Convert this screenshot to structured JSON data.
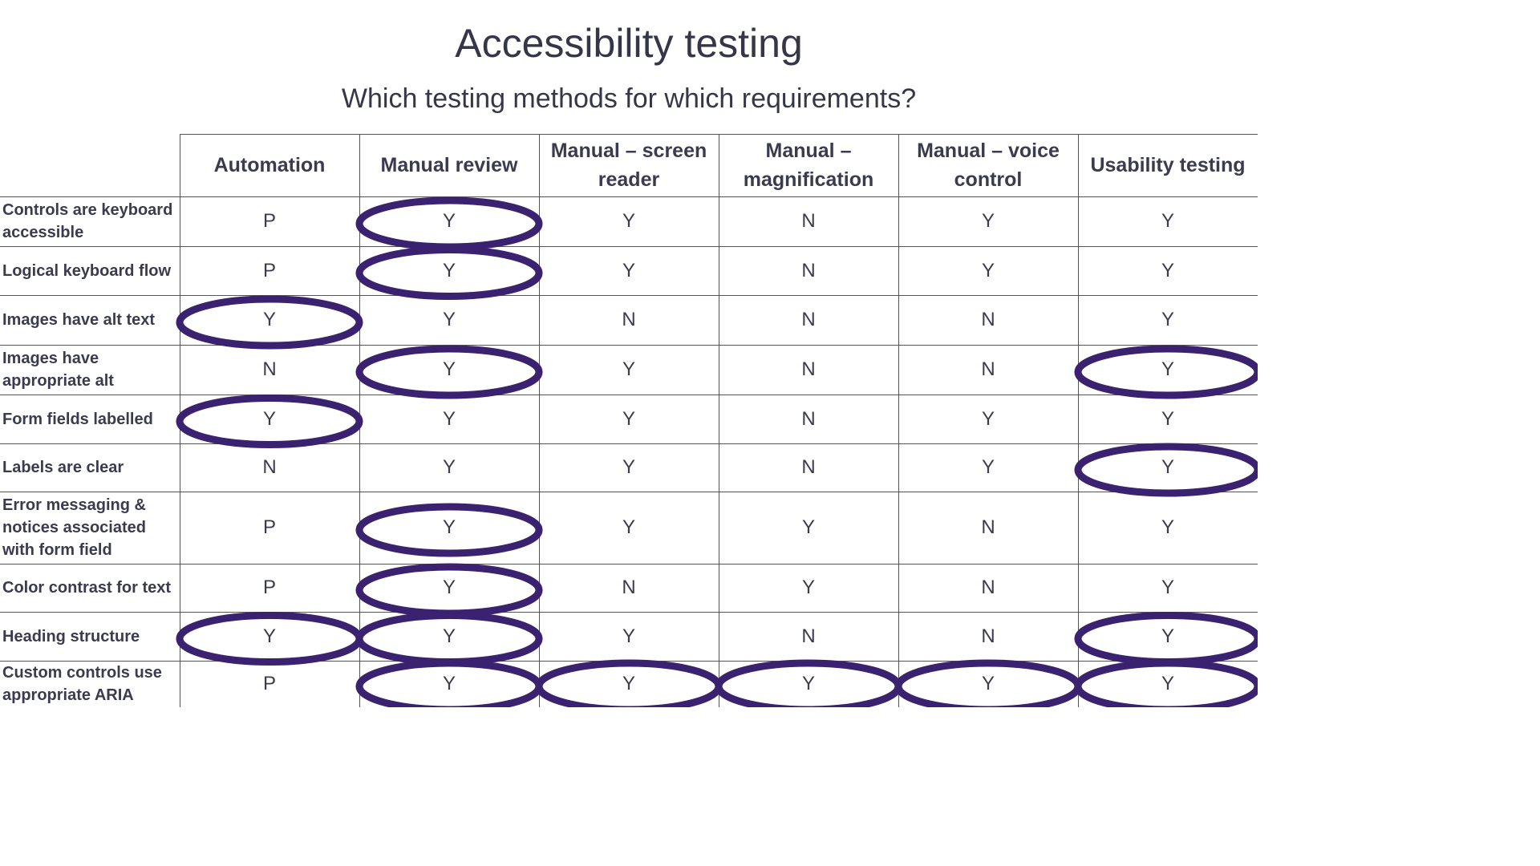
{
  "title": "Accessibility testing",
  "subtitle": "Which testing methods for which requirements?",
  "table": {
    "columns": [
      "Automation",
      "Manual review",
      "Manual – screen reader",
      "Manual – magnification",
      "Manual – voice control",
      "Usability testing"
    ],
    "rows": [
      {
        "label": "Controls are keyboard accessible",
        "values": [
          "P",
          "Y",
          "Y",
          "N",
          "Y",
          "Y"
        ],
        "circled": [
          false,
          true,
          false,
          false,
          false,
          false
        ]
      },
      {
        "label": "Logical keyboard flow",
        "values": [
          "P",
          "Y",
          "Y",
          "N",
          "Y",
          "Y"
        ],
        "circled": [
          false,
          true,
          false,
          false,
          false,
          false
        ]
      },
      {
        "label": "Images have alt text",
        "values": [
          "Y",
          "Y",
          "N",
          "N",
          "N",
          "Y"
        ],
        "circled": [
          true,
          false,
          false,
          false,
          false,
          false
        ]
      },
      {
        "label": "Images have appropriate alt",
        "values": [
          "N",
          "Y",
          "Y",
          "N",
          "N",
          "Y"
        ],
        "circled": [
          false,
          true,
          false,
          false,
          false,
          true
        ]
      },
      {
        "label": "Form fields labelled",
        "values": [
          "Y",
          "Y",
          "Y",
          "N",
          "Y",
          "Y"
        ],
        "circled": [
          true,
          false,
          false,
          false,
          false,
          false
        ]
      },
      {
        "label": "Labels are clear",
        "values": [
          "N",
          "Y",
          "Y",
          "N",
          "Y",
          "Y"
        ],
        "circled": [
          false,
          false,
          false,
          false,
          false,
          true
        ]
      },
      {
        "label": "Error messaging & notices associated with form field",
        "values": [
          "P",
          "Y",
          "Y",
          "Y",
          "N",
          "Y"
        ],
        "circled": [
          false,
          true,
          false,
          false,
          false,
          false
        ]
      },
      {
        "label": "Color contrast for text",
        "values": [
          "P",
          "Y",
          "N",
          "Y",
          "N",
          "Y"
        ],
        "circled": [
          false,
          true,
          false,
          false,
          false,
          false
        ]
      },
      {
        "label": "Heading structure",
        "values": [
          "Y",
          "Y",
          "Y",
          "N",
          "N",
          "Y"
        ],
        "circled": [
          true,
          true,
          false,
          false,
          false,
          true
        ]
      },
      {
        "label": "Custom controls use appropriate ARIA",
        "values": [
          "P",
          "Y",
          "Y",
          "Y",
          "Y",
          "Y"
        ],
        "circled": [
          false,
          true,
          true,
          true,
          true,
          true
        ]
      }
    ]
  },
  "colors": {
    "oval": "#3b2270",
    "text": "#3b3b4f",
    "grid": "#555555"
  }
}
